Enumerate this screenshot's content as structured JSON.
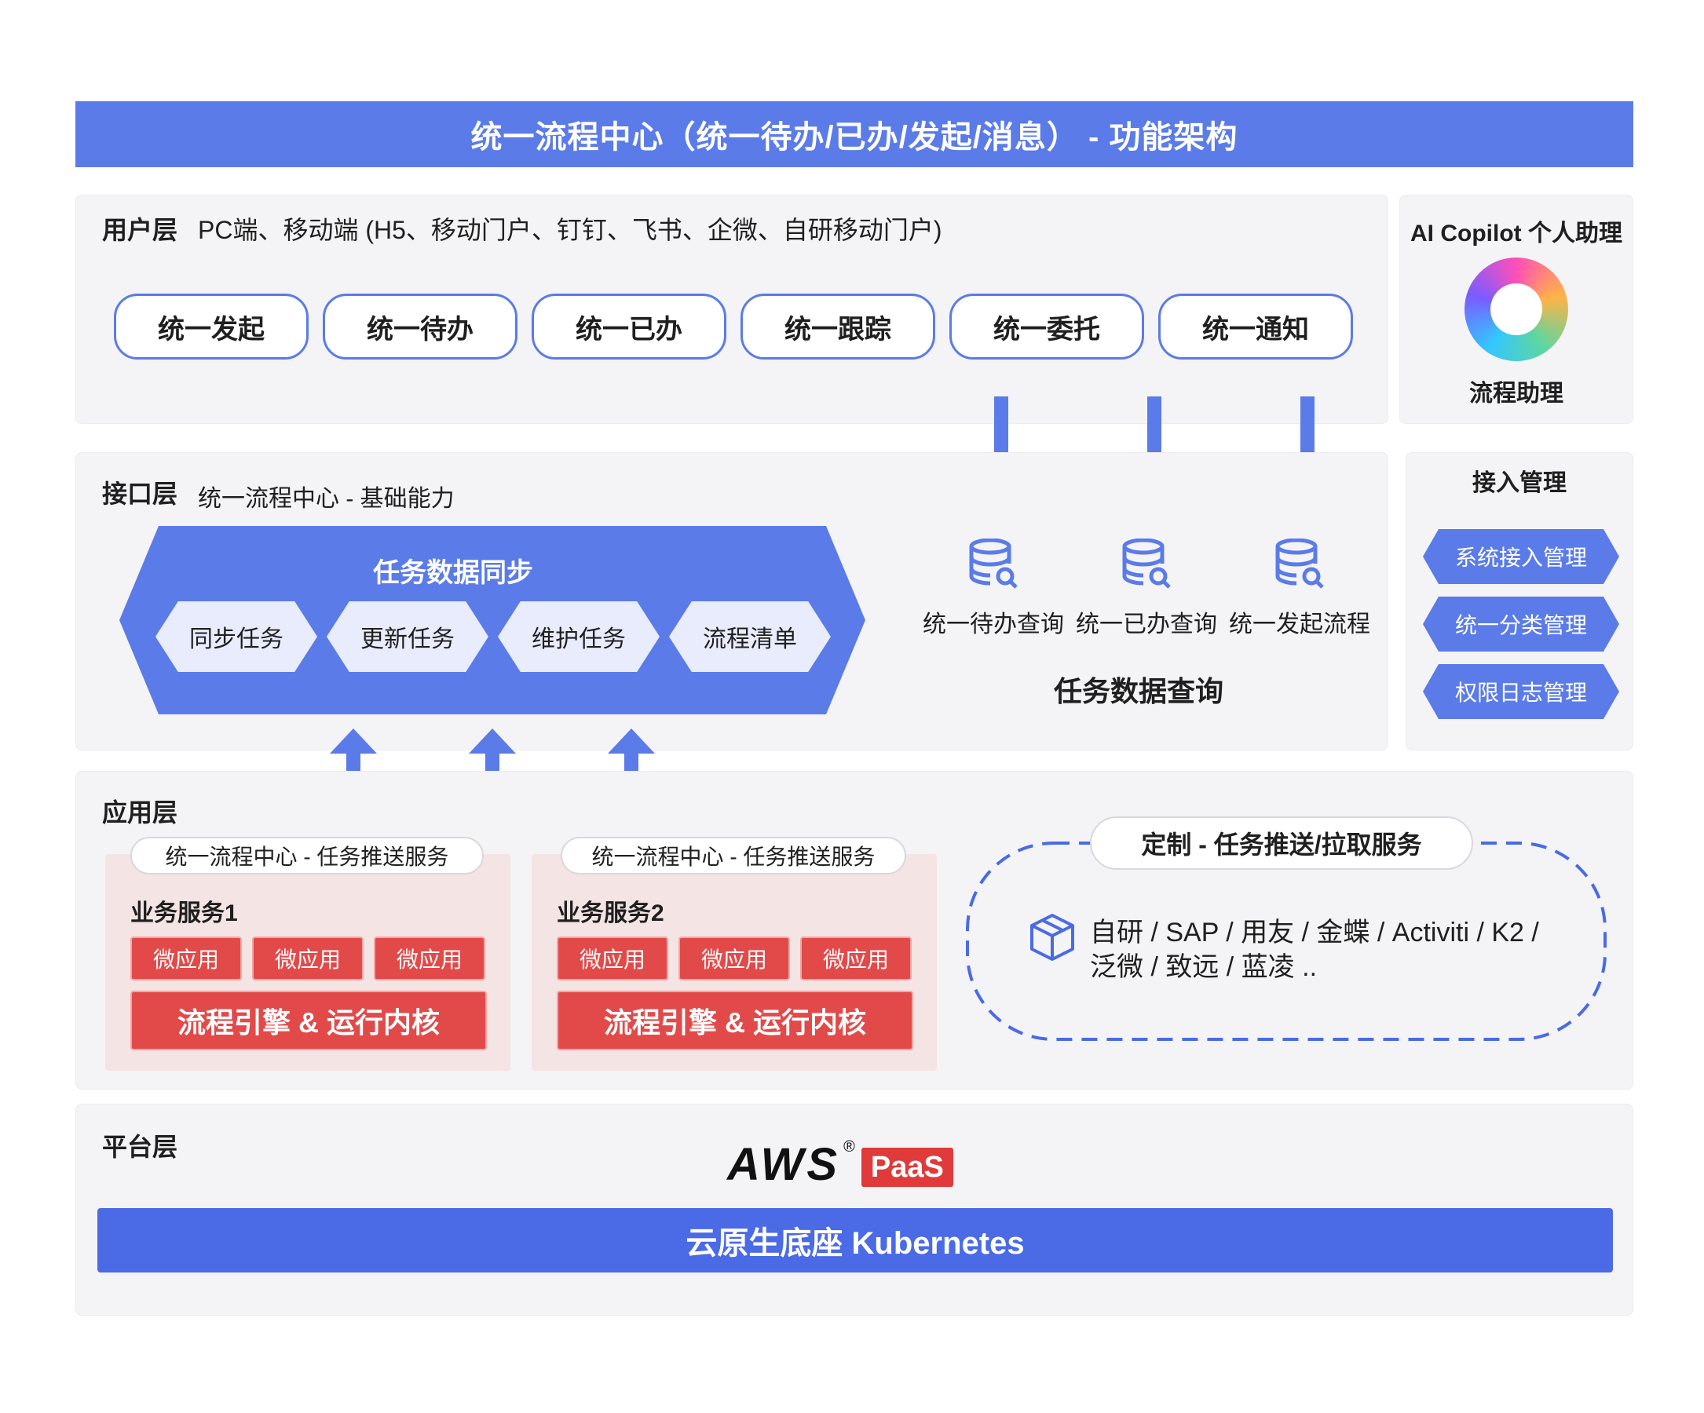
{
  "header": {
    "title": "统一流程中心（统一待办/已办/发起/消息） - 功能架构"
  },
  "user_layer": {
    "label": "用户层",
    "desc": "PC端、移动端 (H5、移动门户、钉钉、飞书、企微、自研移动门户)",
    "pills": [
      "统一发起",
      "统一待办",
      "统一已办",
      "统一跟踪",
      "统一委托",
      "统一通知"
    ]
  },
  "ai_copilot": {
    "title": "AI Copilot 个人助理",
    "assistant": "流程助理"
  },
  "interface_layer": {
    "label": "接口层",
    "desc": "统一流程中心 - 基础能力",
    "sync_title": "任务数据同步",
    "sync_items": [
      "同步任务",
      "更新任务",
      "维护任务",
      "流程清单"
    ],
    "query_items": [
      "统一待办查询",
      "统一已办查询",
      "统一发起流程"
    ],
    "query_title": "任务数据查询"
  },
  "access_mgmt": {
    "title": "接入管理",
    "items": [
      "系统接入管理",
      "统一分类管理",
      "权限日志管理"
    ]
  },
  "app_layer": {
    "label": "应用层",
    "services": [
      {
        "tab": "统一流程中心 - 任务推送服务",
        "name": "业务服务1",
        "micro": [
          "微应用",
          "微应用",
          "微应用"
        ],
        "engine": "流程引擎 & 运行内核"
      },
      {
        "tab": "统一流程中心 - 任务推送服务",
        "name": "业务服务2",
        "micro": [
          "微应用",
          "微应用",
          "微应用"
        ],
        "engine": "流程引擎 & 运行内核"
      }
    ],
    "custom": {
      "title": "定制 - 任务推送/拉取服务",
      "line1": "自研 / SAP / 用友 / 金蝶 / Activiti / K2 /",
      "line2": "泛微 / 致远 / 蓝凌 .."
    }
  },
  "platform_layer": {
    "label": "平台层",
    "logo_text": "AWS",
    "logo_reg": "®",
    "logo_paas": "PaaS",
    "base": "云原生底座 Kubernetes"
  },
  "colors": {
    "primary": "#5b7be8",
    "red": "#e24a4a",
    "panel": "#f4f4f6",
    "pink": "#f4e4e4"
  }
}
